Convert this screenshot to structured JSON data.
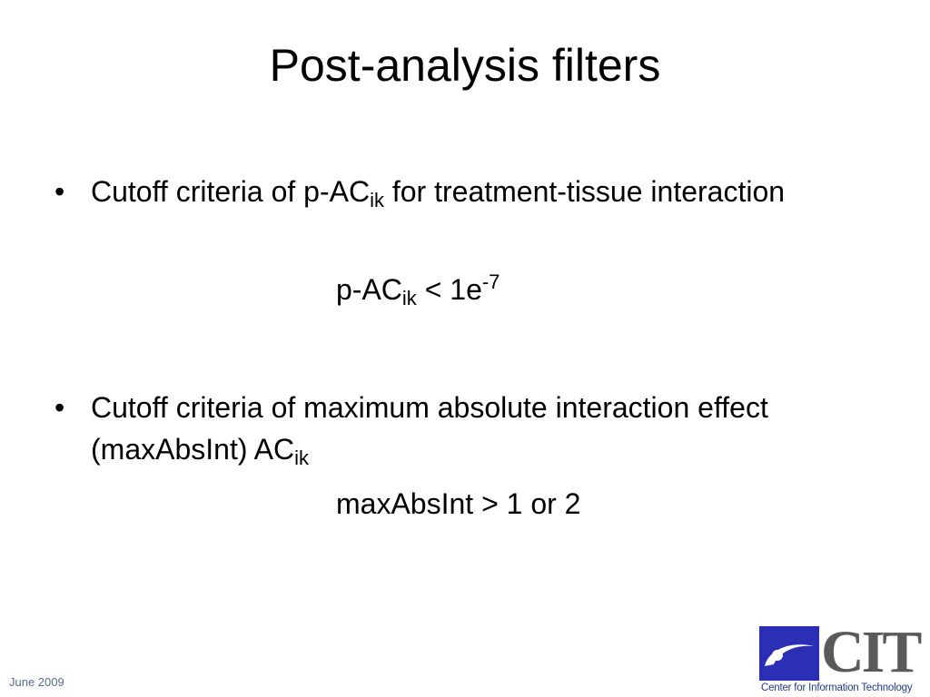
{
  "slide": {
    "title": "Post-analysis filters",
    "bullets": [
      {
        "marker": "•",
        "text_part1": "Cutoff criteria of p-AC",
        "text_sub": "ik",
        "text_part2": " for treatment-tissue interaction",
        "formula": {
          "lhs": "p-AC",
          "lhs_sub": "ik",
          "op_value": " < 1e",
          "exponent": "-7"
        }
      },
      {
        "marker": "•",
        "text_part1": "Cutoff criteria of maximum absolute interaction effect (maxAbsInt) AC",
        "text_sub": "ik",
        "formula": {
          "text": "maxAbsInt > 1 or 2"
        }
      }
    ]
  },
  "footer": {
    "date": "June 2009"
  },
  "logo": {
    "icon": "cit-logo-icon",
    "word": "CIT",
    "caption": "Center for Information Technology",
    "colors": {
      "blue": "#2b2fb5",
      "gray": "#5a5a5a"
    }
  }
}
